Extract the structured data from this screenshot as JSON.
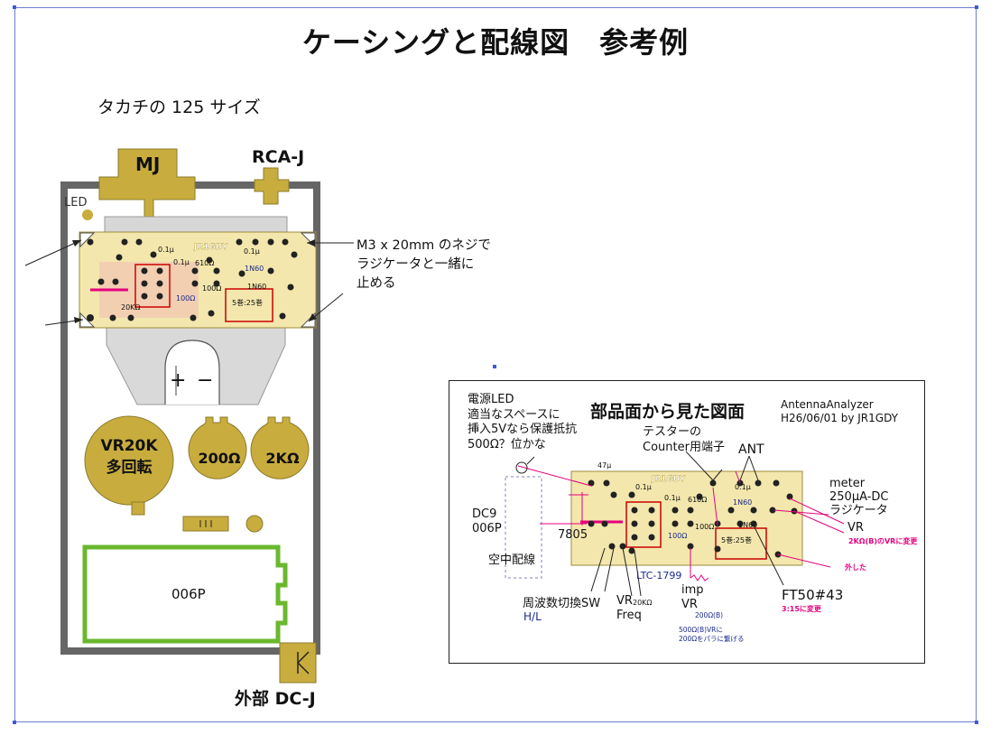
{
  "title": "ケーシングと配線図　参考例",
  "case_note": "タカチの 125 サイズ",
  "case": {
    "mj": "MJ",
    "rca": "RCA-J",
    "led": "LED",
    "vr20k": [
      "VR20K",
      "多回転"
    ],
    "pot_200": "200Ω",
    "pot_2k": "2KΩ",
    "battery": "006P",
    "dc_jack": "外部 DC-J",
    "screw_note": [
      "M3 x 20mm のネジで",
      "ラジケータと一緒に",
      "止める"
    ],
    "plus": "+",
    "minus": "−"
  },
  "pcb": {
    "brand": "JR1GDY",
    "c1": "0.1μ",
    "c2": "0.1μ",
    "c3": "0.1μ",
    "r610": "610Ω",
    "r100a": "100Ω",
    "r100b": "100Ω",
    "r20k": "20KΩ",
    "d1": "1N60",
    "d2": "1N60",
    "coil": "5巻:25巻"
  },
  "panel": {
    "title": "部品面から見た図面",
    "credit": [
      "AntennaAnalyzer",
      "H26/06/01 by JR1GDY"
    ],
    "led_note": [
      "電源LED",
      "適当なスペースに",
      "挿入5Vなら保護抵抗",
      "500Ω？位かな"
    ],
    "tester": [
      "テスターの",
      "Counter用端子"
    ],
    "ant": "ANT",
    "meter": [
      "meter",
      "250μA-DC",
      "ラジケータ"
    ],
    "vr": "VR",
    "vr_change": "2KΩ(B)のVRに変更",
    "removed": "外した",
    "dc9": [
      "DC9",
      "006P"
    ],
    "reg": "7805",
    "air_wiring": "空中配線",
    "ltc": "LTC-1799",
    "ft50": "FT50#43",
    "ft50_change": "3:15に変更",
    "band_sw": "周波数切換SW",
    "hl": "H/L",
    "vr_freq": [
      "VR",
      "Freq"
    ],
    "vr_freq_val": "20KΩ",
    "imp": [
      "imp",
      "VR"
    ],
    "imp_val": "200Ω(B)",
    "parallel_note": [
      "500Ω(B)VRに",
      "200Ωをパラに繋げる"
    ],
    "c47": "47μ",
    "c01a": "0.1μ",
    "c01b": "0.1μ",
    "c01c": "0.1μ",
    "r610": "610Ω",
    "r100a": "100Ω",
    "r100b": "100Ω",
    "d1": "1N60",
    "d2": "1N60",
    "coil": "5巻:25巻",
    "brand": "JR1GDY"
  },
  "colors": {
    "gold": "#c8ad3e",
    "case_gray": "#666666",
    "battery_green": "#6ab82e",
    "accent_red": "#e6007e",
    "blue_text": "#1a2a8c"
  }
}
